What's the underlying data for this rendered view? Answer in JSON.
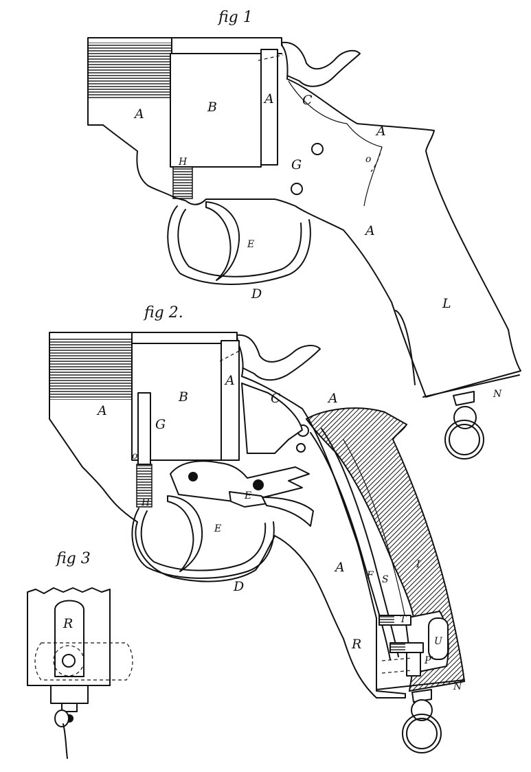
{
  "figures": {
    "fig1": {
      "title": "fig 1",
      "labels": {
        "A_barrel": "A",
        "B": "B",
        "A_frame": "A",
        "C": "C",
        "A_top": "A",
        "G": "G",
        "o": "o",
        "H": "H",
        "A_lower": "A",
        "E": "E",
        "D": "D",
        "L": "L",
        "N": "N"
      }
    },
    "fig2": {
      "title": "fig 2.",
      "labels": {
        "A_barrel": "A",
        "B": "B",
        "A_frame": "A",
        "C": "C",
        "A_top": "A",
        "G": "G",
        "o": "o",
        "H": "H",
        "E_pawl": "E",
        "E_trigger": "E",
        "D": "D",
        "F": "F",
        "S": "S",
        "A_lower": "A",
        "I": "I",
        "T": "T",
        "U": "U",
        "R": "R",
        "P": "P'",
        "N": "N"
      }
    },
    "fig3": {
      "title": "fig 3",
      "labels": {
        "R": "R"
      }
    }
  }
}
